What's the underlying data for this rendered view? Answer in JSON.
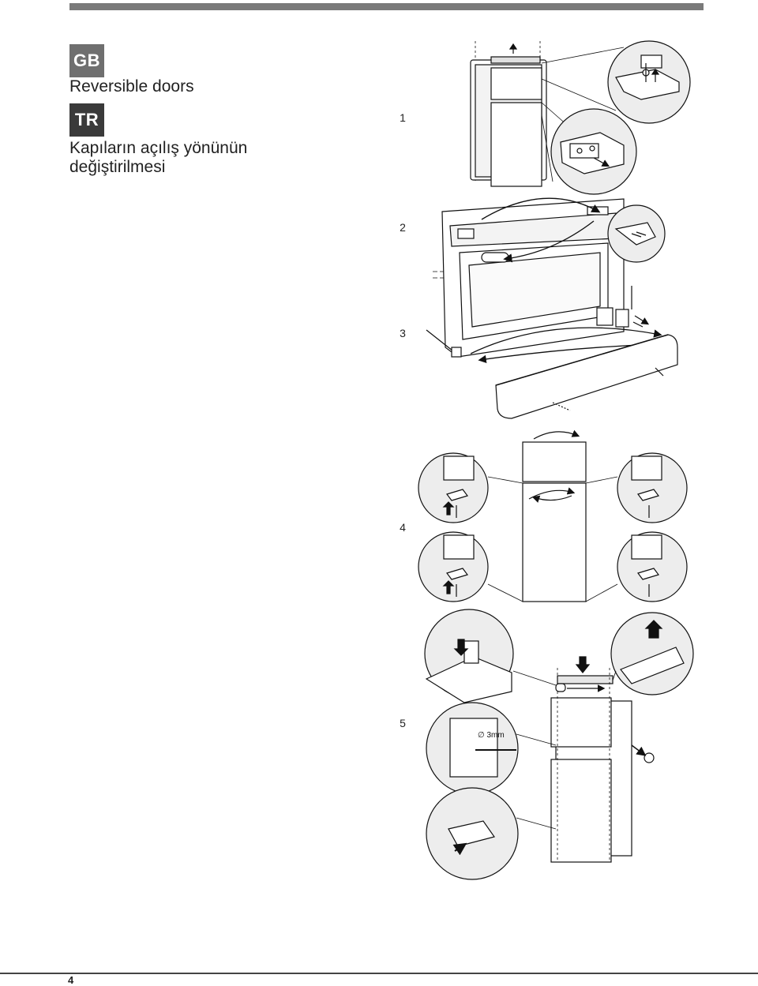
{
  "badges": {
    "gb": "GB",
    "tr": "TR"
  },
  "titles": {
    "en": "Reversible doors",
    "tr": "Kapıların açılış yönünün değiştirilmesi"
  },
  "steps": [
    "1",
    "2",
    "3",
    "4",
    "5"
  ],
  "annotations": {
    "drill_size": "∅ 3mm"
  },
  "page_number": "4",
  "colors": {
    "header_bar": "#7a7a7a",
    "badge_gb": "#6f6f6f",
    "badge_tr": "#3a3a3a",
    "detail_fill": "#ededed"
  }
}
